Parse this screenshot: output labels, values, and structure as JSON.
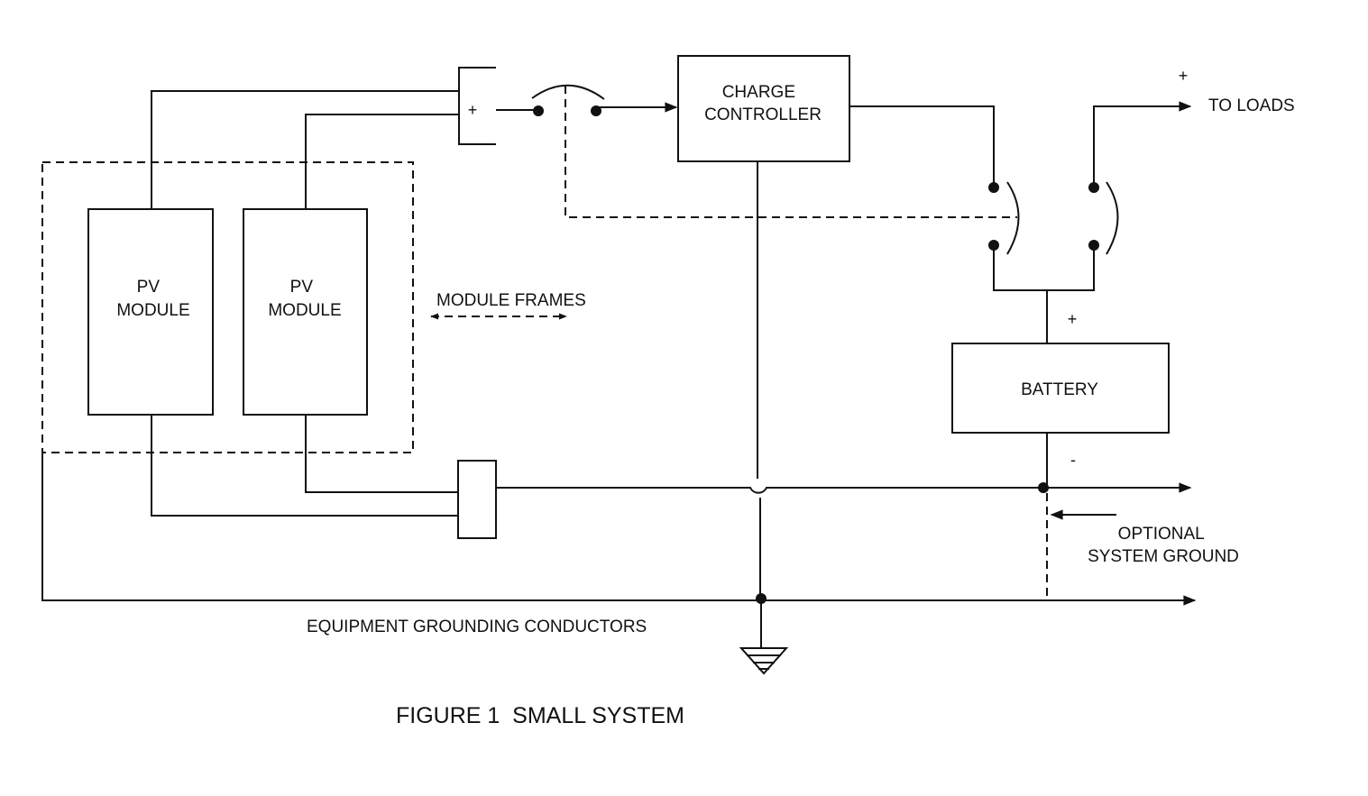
{
  "labels": {
    "pv_module_1": [
      "PV",
      "MODULE"
    ],
    "pv_module_2": [
      "PV",
      "MODULE"
    ],
    "charge_controller": [
      "CHARGE",
      "CONTROLLER"
    ],
    "battery": "BATTERY",
    "module_frames": "MODULE FRAMES",
    "to_loads": "TO LOADS",
    "optional_system_ground": [
      "OPTIONAL",
      "SYSTEM GROUND"
    ],
    "equipment_grounding_conductors": "EQUIPMENT GROUNDING CONDUCTORS",
    "figure_title": "FIGURE 1  SMALL SYSTEM"
  },
  "symbols": {
    "combiner_plus": "+",
    "loads_plus": "+",
    "battery_plus": "+",
    "battery_minus": "-"
  }
}
